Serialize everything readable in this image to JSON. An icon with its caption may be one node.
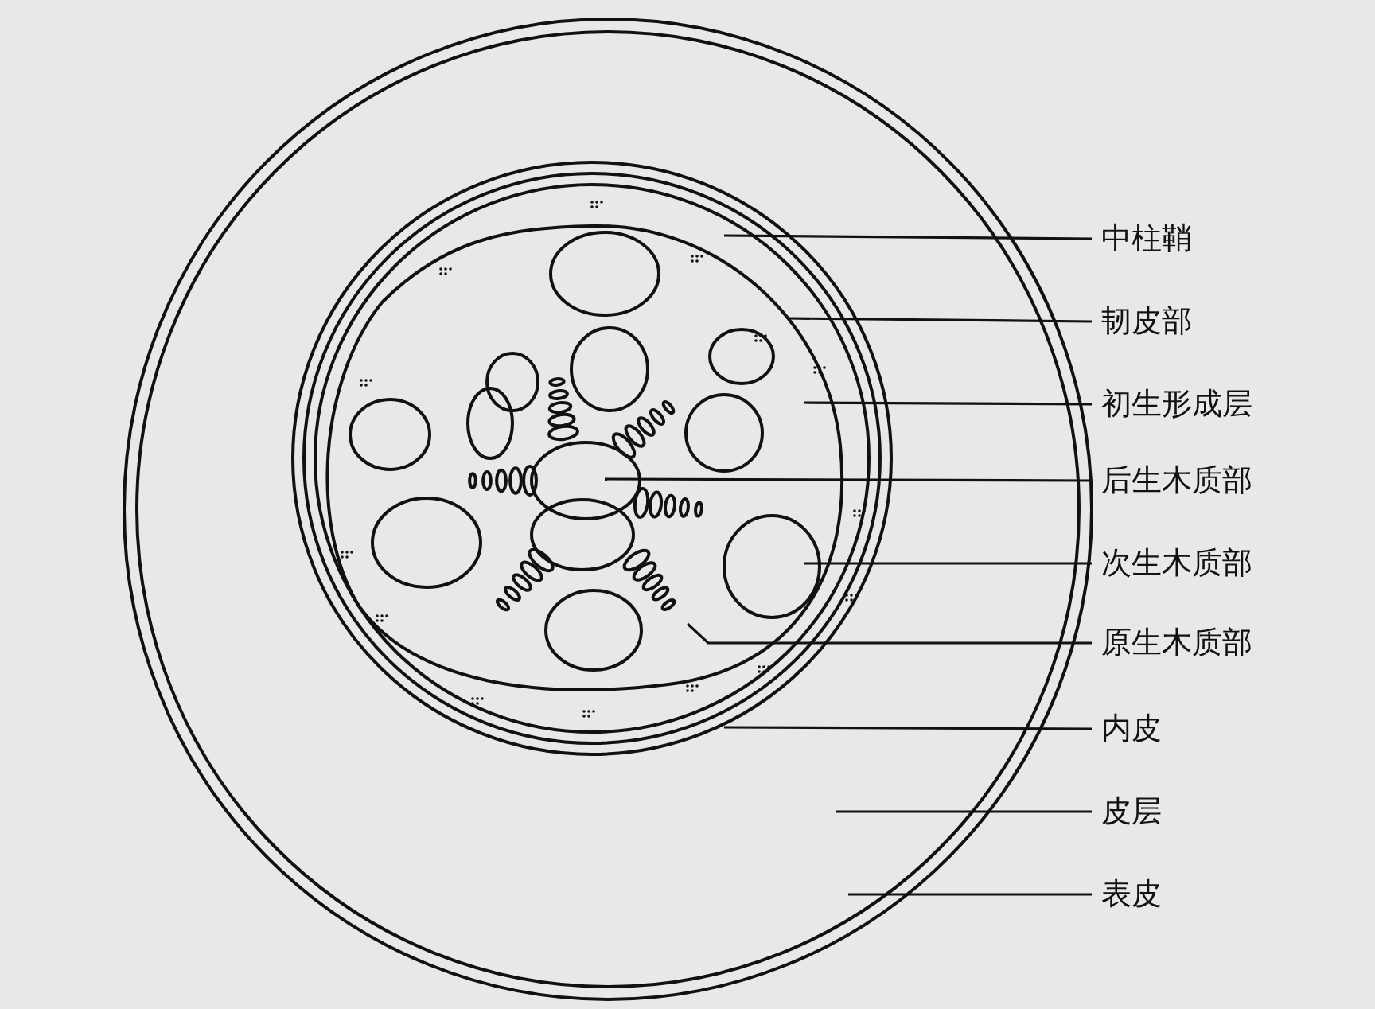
{
  "diagram": {
    "nodes": [
      {
        "text": [
          "中柱鞘"
        ]
      },
      {
        "text": [
          "韧皮部"
        ]
      },
      {
        "text": [
          "初生形成层"
        ]
      },
      {
        "text": [
          "后生木质部"
        ]
      },
      {
        "text": [
          "次生木质部"
        ]
      },
      {
        "text": [
          "原生木质部"
        ]
      },
      {
        "text": [
          "内皮"
        ]
      },
      {
        "text": [
          "皮层"
        ]
      },
      {
        "text": [
          "表皮"
        ]
      }
    ],
    "edges": [
      {
        "from": 0,
        "to": null,
        "arrow": "none"
      },
      {
        "from": 1,
        "to": null,
        "arrow": "none"
      },
      {
        "from": 2,
        "to": null,
        "arrow": "none"
      },
      {
        "from": 3,
        "to": null,
        "arrow": "none"
      },
      {
        "from": 4,
        "to": null,
        "arrow": "none"
      },
      {
        "from": 5,
        "to": null,
        "arrow": "none"
      },
      {
        "from": 6,
        "to": null,
        "arrow": "none"
      },
      {
        "from": 7,
        "to": null,
        "arrow": "none"
      },
      {
        "from": 8,
        "to": null,
        "arrow": "none"
      }
    ]
  }
}
